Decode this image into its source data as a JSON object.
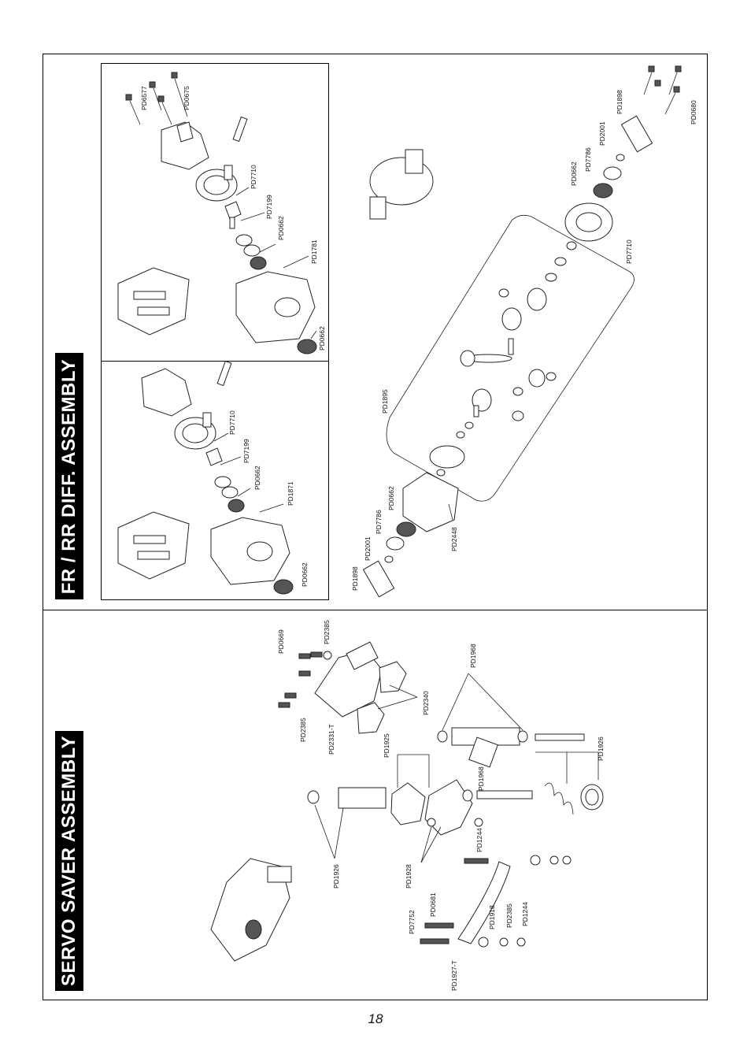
{
  "headings": {
    "diff": "FR / RR DIFF. ASSEMBLY",
    "servo": "SERVO SAVER ASSEMBLY"
  },
  "page_number": "18",
  "diff_upper_labels": [
    "PD6577",
    "PD0675",
    "PD7710",
    "PD7199",
    "PD0662",
    "PD1781",
    "PD0662"
  ],
  "diff_lower_labels": [
    "PD7710",
    "PD7199",
    "PD0662",
    "PD1871",
    "PD0662"
  ],
  "diff_main_labels": [
    "PD1898",
    "PD2001",
    "PD7786",
    "PD0662",
    "PD7710",
    "PD0680",
    "PD1895",
    "PD1898",
    "PD2001",
    "PD7786",
    "PD0662",
    "PD2448"
  ],
  "servo_labels": [
    "PD0669",
    "PD2385",
    "PD2385",
    "PD2331-T",
    "PD2340",
    "PD1968",
    "PD1925",
    "PD1926",
    "PD1968",
    "PD1926",
    "PD1928",
    "PD1244",
    "PD7752",
    "PD0681",
    "PD1927-T",
    "PD1918",
    "PD2385",
    "PD1244"
  ]
}
